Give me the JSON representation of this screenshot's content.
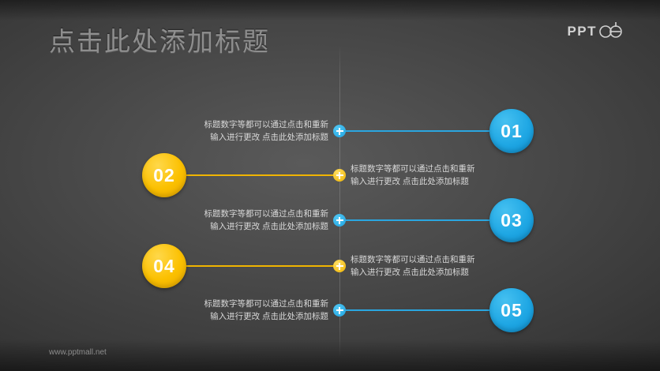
{
  "slide": {
    "title": "点击此处添加标题",
    "footer": "www.pptmall.net",
    "logo_text": "PPT",
    "logo_icon": "circle-target-icon"
  },
  "items": [
    {
      "number": "01",
      "color": "#1fa7e4",
      "side": "right",
      "text_lines": [
        "标题数字等都可以通过点击和重新",
        "输入进行更改 点击此处添加标题"
      ]
    },
    {
      "number": "02",
      "color": "#fbc000",
      "side": "left",
      "text_lines": [
        "标题数字等都可以通过点击和重新",
        "输入进行更改 点击此处添加标题"
      ]
    },
    {
      "number": "03",
      "color": "#1fa7e4",
      "side": "right",
      "text_lines": [
        "标题数字等都可以通过点击和重新",
        "输入进行更改 点击此处添加标题"
      ]
    },
    {
      "number": "04",
      "color": "#fbc000",
      "side": "left",
      "text_lines": [
        "标题数字等都可以通过点击和重新",
        "输入进行更改 点击此处添加标题"
      ]
    },
    {
      "number": "05",
      "color": "#1fa7e4",
      "side": "right",
      "text_lines": [
        "标题数字等都可以通过点击和重新",
        "输入进行更改 点击此处添加标题"
      ]
    }
  ]
}
